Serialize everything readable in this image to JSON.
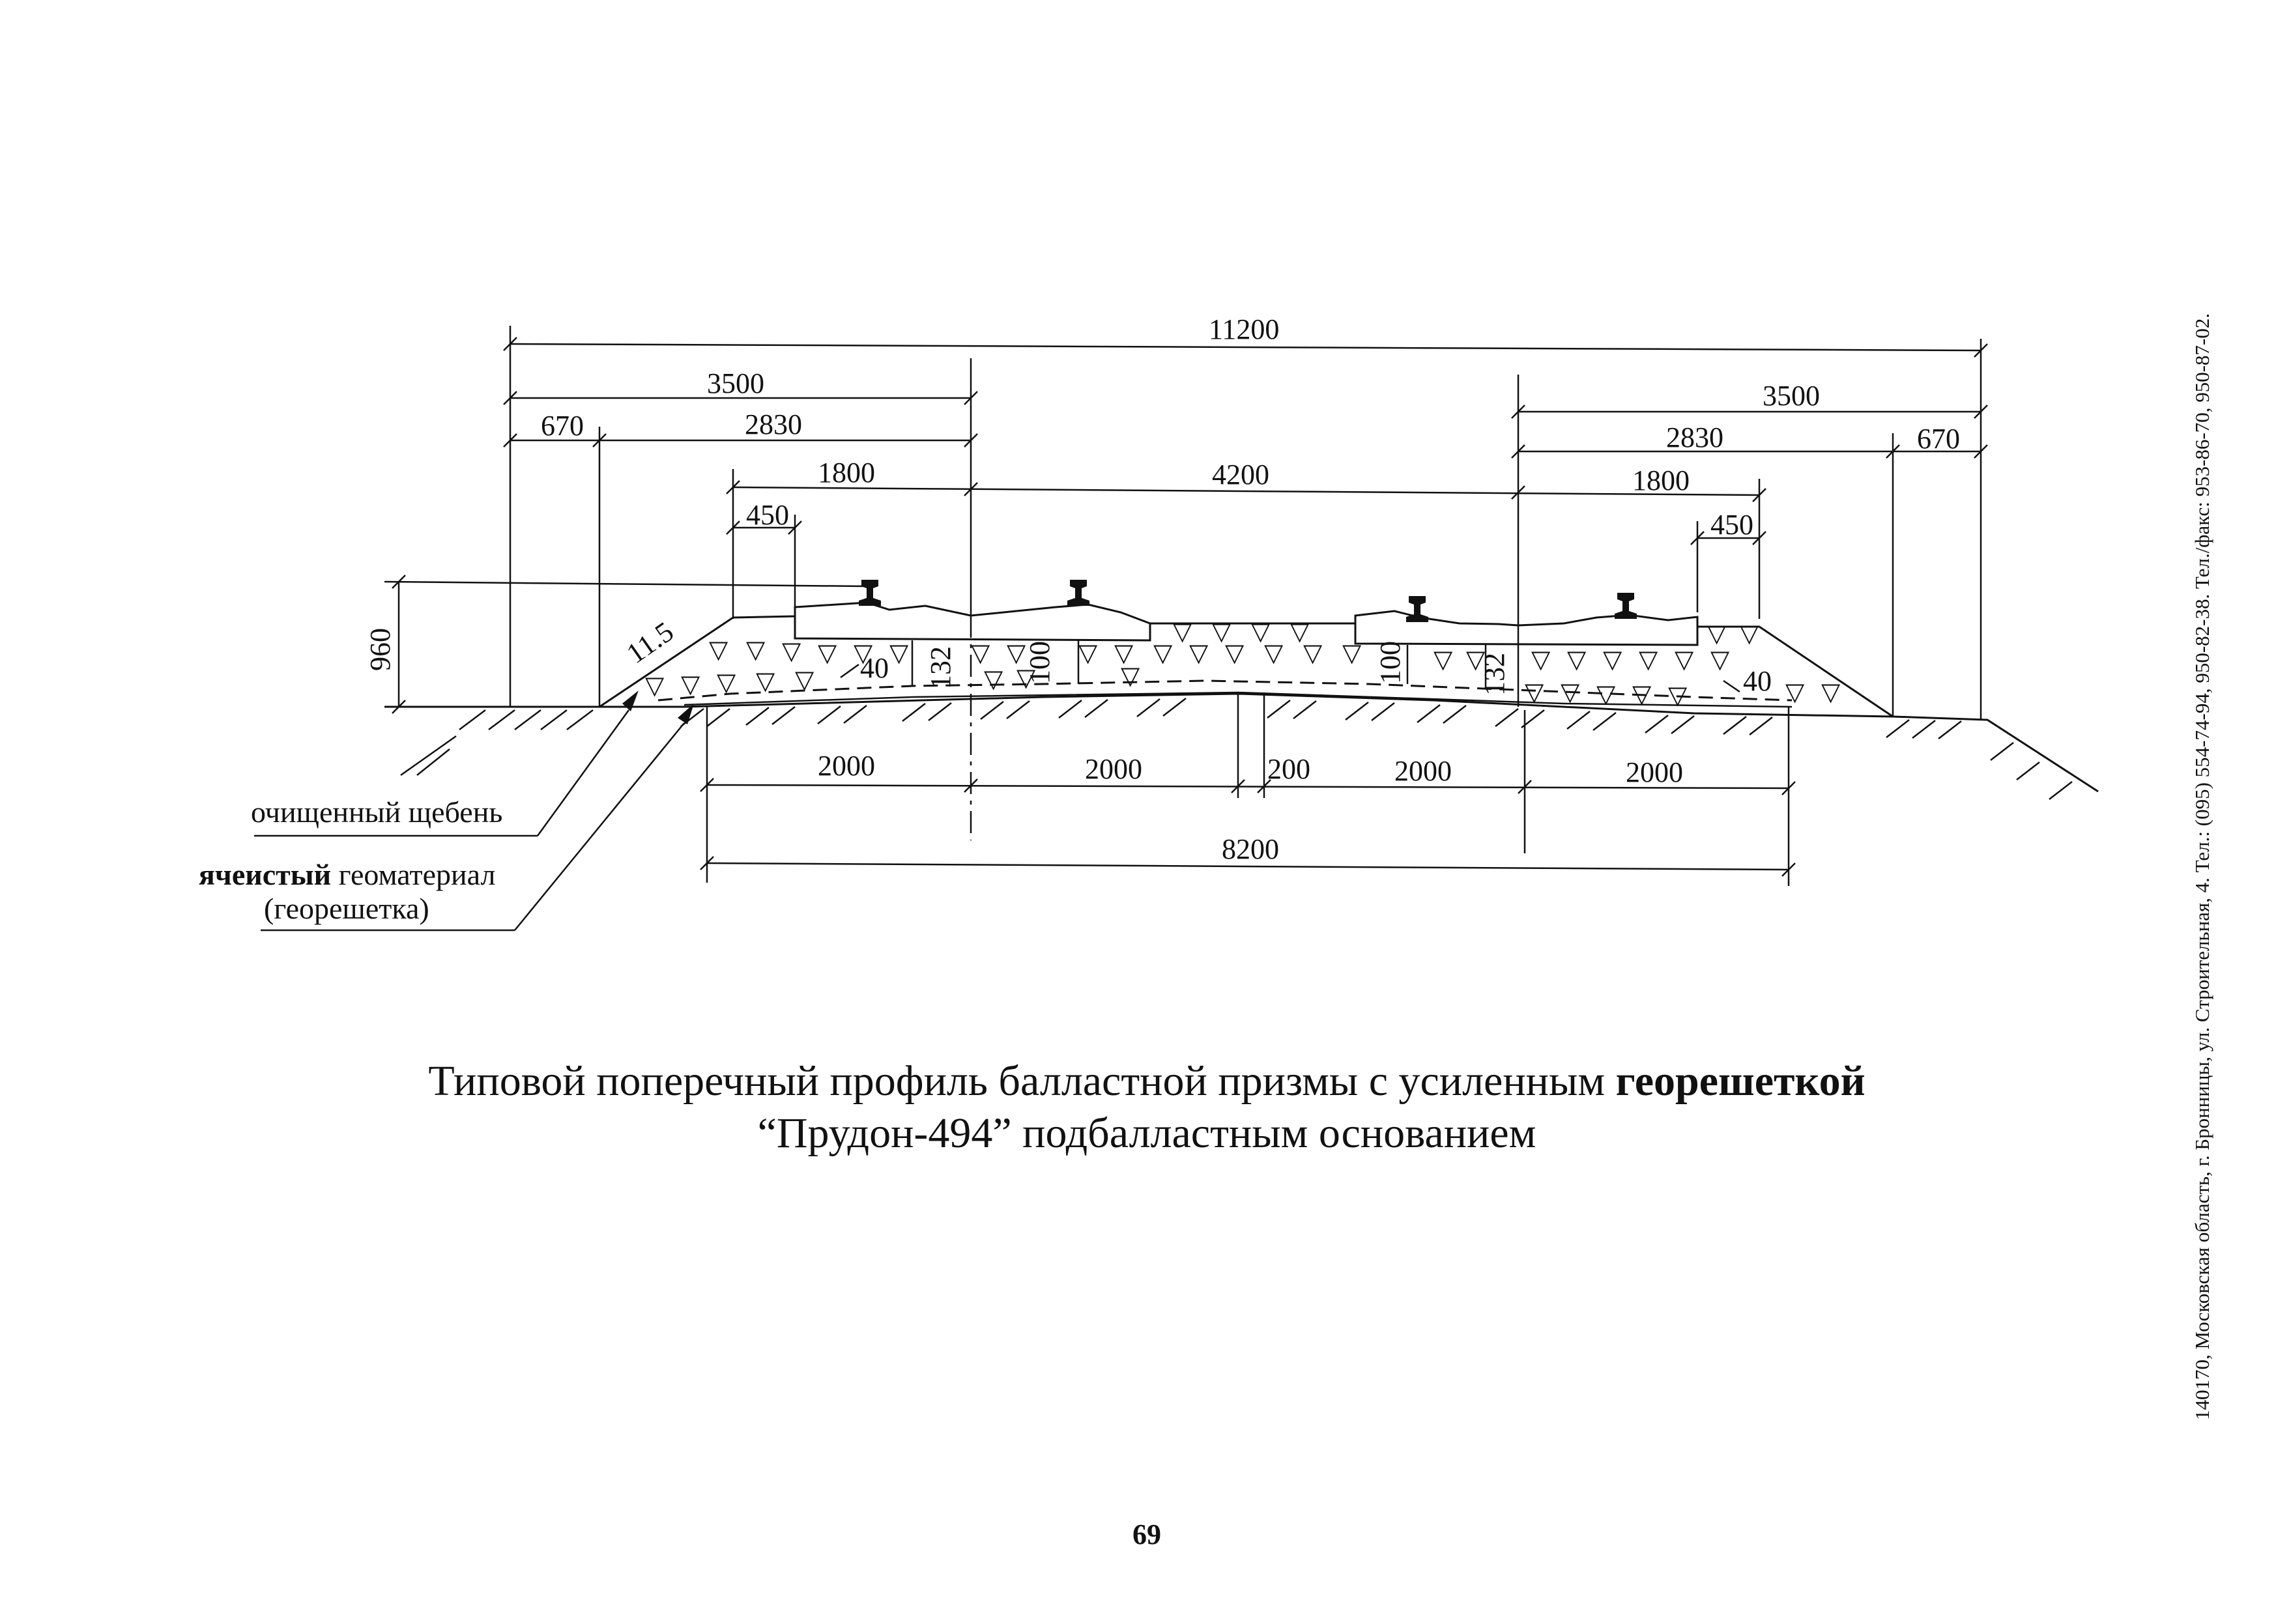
{
  "dimensions": {
    "total_width": "11200",
    "left_half": "3500",
    "right_half": "3500",
    "left_shoulder": "670",
    "right_shoulder": "670",
    "left_inner": "2830",
    "right_inner": "2830",
    "left_sleeper_end": "1800",
    "right_sleeper_end": "1800",
    "track_spacing": "4200",
    "left_edge": "450",
    "right_edge": "450",
    "height": "960",
    "slope": "11.5",
    "left_angle": "40",
    "right_angle": "40",
    "left_depth": "132",
    "right_depth": "132",
    "center_left_depth": "100",
    "center_right_depth": "100",
    "bottom_seg_1": "2000",
    "bottom_seg_2": "2000",
    "bottom_seg_gap": "200",
    "bottom_seg_3": "2000",
    "bottom_seg_4": "2000",
    "bottom_total": "8200"
  },
  "labels": {
    "cleaned_ballast": "очищенный щебень",
    "geomaterial_bold": "ячеистый",
    "geomaterial_rest": " геоматериал",
    "geogrid": "(георешетка)"
  },
  "caption": {
    "line1_regular": "Типовой поперечный профиль балластной призмы с усиленным ",
    "line1_bold": "георешеткой",
    "line2": "“Прудон-494” подбалластным основанием"
  },
  "page_number": "69",
  "sidebar_contact": "140170, Московская область, г. Бронницы, ул. Строительная, 4. Тел.: (095) 554-74-94, 950-82-38. Тел./факс: 953-86-70, 950-87-02."
}
